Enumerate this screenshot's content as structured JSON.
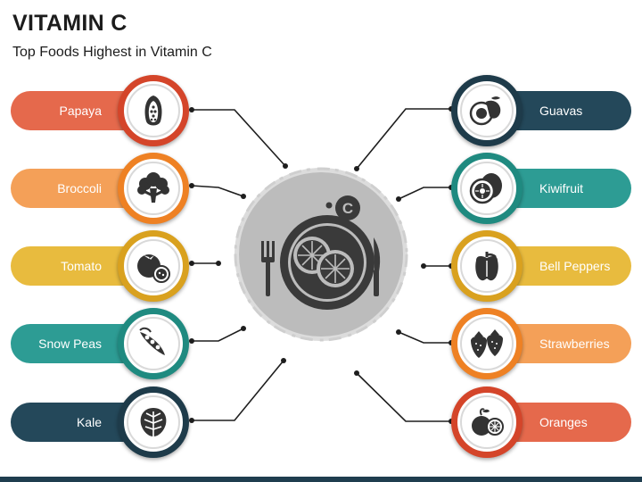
{
  "title": "VITAMIN C",
  "subtitle": "Top Foods Highest in Vitamin C",
  "center": {
    "badge": "C"
  },
  "items_left": [
    {
      "label": "Papaya",
      "color": "#e5694c",
      "ring": "#d4452a",
      "icon": "papaya-icon"
    },
    {
      "label": "Broccoli",
      "color": "#f4a058",
      "ring": "#ee8124",
      "icon": "broccoli-icon"
    },
    {
      "label": "Tomato",
      "color": "#e8bb3e",
      "ring": "#d9a11f",
      "icon": "tomato-icon"
    },
    {
      "label": "Snow Peas",
      "color": "#2d9c94",
      "ring": "#1f8a80",
      "icon": "snow-peas-icon"
    },
    {
      "label": "Kale",
      "color": "#24485a",
      "ring": "#1e3b4a",
      "icon": "kale-icon"
    }
  ],
  "items_right": [
    {
      "label": "Guavas",
      "color": "#24485a",
      "ring": "#1e3b4a",
      "icon": "guava-icon"
    },
    {
      "label": "Kiwifruit",
      "color": "#2d9c94",
      "ring": "#1f8a80",
      "icon": "kiwifruit-icon"
    },
    {
      "label": "Bell Peppers",
      "color": "#e8bb3e",
      "ring": "#d9a11f",
      "icon": "bell-pepper-icon"
    },
    {
      "label": "Strawberries",
      "color": "#f4a058",
      "ring": "#ee8124",
      "icon": "strawberries-icon"
    },
    {
      "label": "Oranges",
      "color": "#e5694c",
      "ring": "#d4452a",
      "icon": "orange-icon"
    }
  ]
}
